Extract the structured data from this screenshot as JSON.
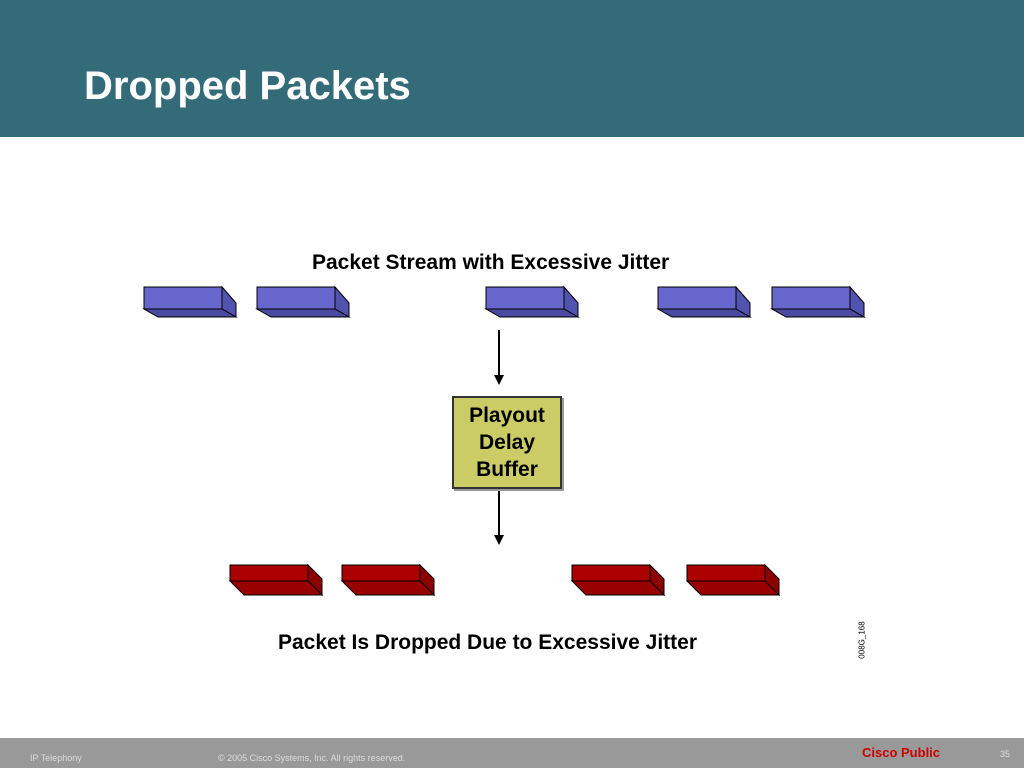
{
  "title": "Dropped Packets",
  "diagram": {
    "top_label": "Packet Stream with Excessive Jitter",
    "buffer_lines": [
      "Playout",
      "Delay",
      "Buffer"
    ],
    "bottom_label": "Packet Is Dropped Due to Excessive Jitter",
    "figure_id": "008G_168",
    "top_packet_count": 5,
    "bottom_packet_count": 4,
    "colors": {
      "header": "#336B78",
      "incoming_packet": "#6666CC",
      "outgoing_packet": "#AA0000",
      "buffer": "#CCCC66"
    }
  },
  "footer": {
    "course": "IP Telephony",
    "copyright": "© 2005 Cisco Systems, Inc. All rights reserved.",
    "classification": "Cisco Public",
    "page": "35"
  }
}
